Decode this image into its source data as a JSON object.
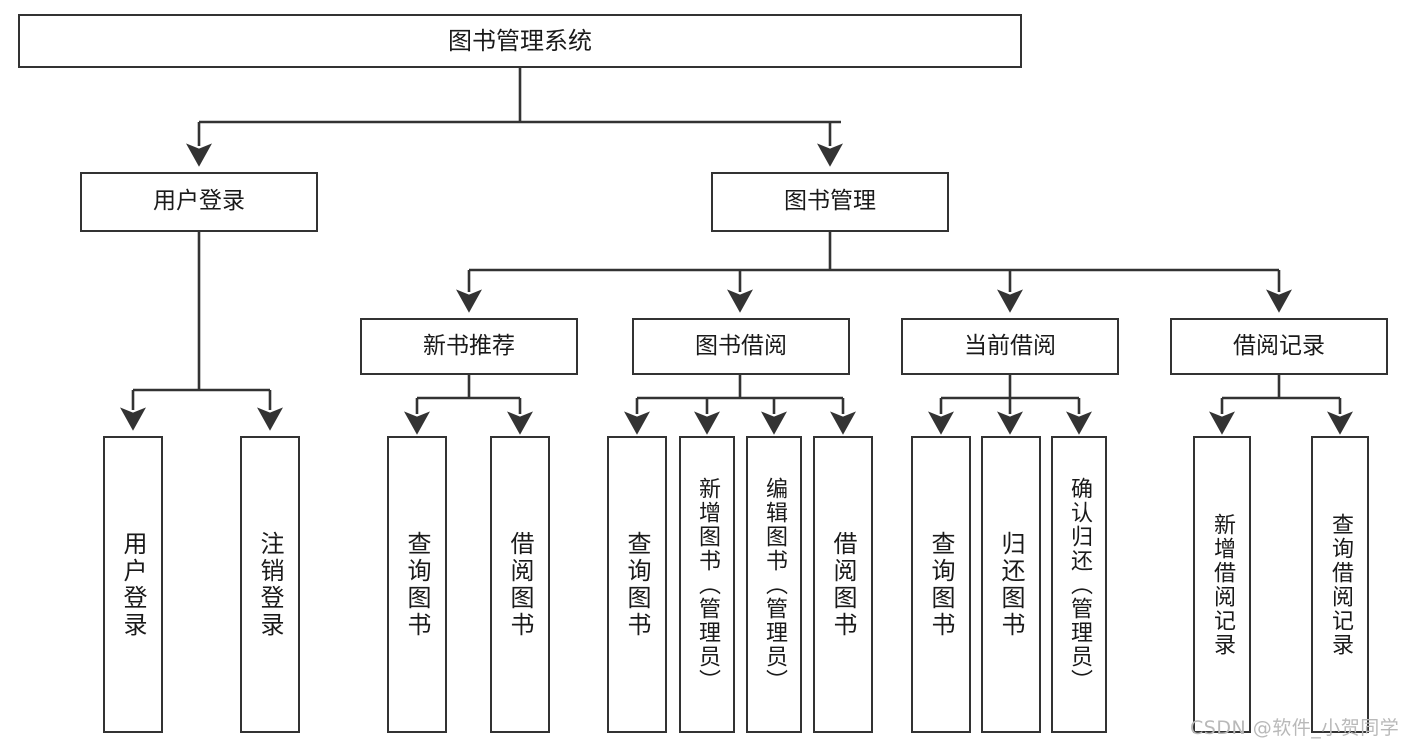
{
  "diagram": {
    "type": "tree",
    "title": "图书管理系统",
    "orientation": "top-down",
    "colors": {
      "node_border": "#333333",
      "node_fill": "#ffffff",
      "edge": "#333333",
      "text": "#1a1a1a",
      "watermark": "#b9b9b9",
      "background": "#ffffff"
    },
    "root": {
      "label": "图书管理系统"
    },
    "level2": [
      {
        "label": "用户登录"
      },
      {
        "label": "图书管理"
      }
    ],
    "level3": [
      {
        "label": "新书推荐"
      },
      {
        "label": "图书借阅"
      },
      {
        "label": "当前借阅"
      },
      {
        "label": "借阅记录"
      }
    ],
    "leaves": {
      "user_login": [
        {
          "label": "用户登录"
        },
        {
          "label": "注销登录"
        }
      ],
      "new_book_recommend": [
        {
          "label": "查询图书"
        },
        {
          "label": "借阅图书"
        }
      ],
      "book_borrow": [
        {
          "label": "查询图书"
        },
        {
          "label": "新增图书（管理员）"
        },
        {
          "label": "编辑图书（管理员）"
        },
        {
          "label": "借阅图书"
        }
      ],
      "current_borrow": [
        {
          "label": "查询图书"
        },
        {
          "label": "归还图书"
        },
        {
          "label": "确认归还（管理员）"
        }
      ],
      "borrow_record": [
        {
          "label": "新增借阅记录"
        },
        {
          "label": "查询借阅记录"
        }
      ]
    }
  },
  "watermark": {
    "text": "CSDN @软件_小贺同学"
  }
}
